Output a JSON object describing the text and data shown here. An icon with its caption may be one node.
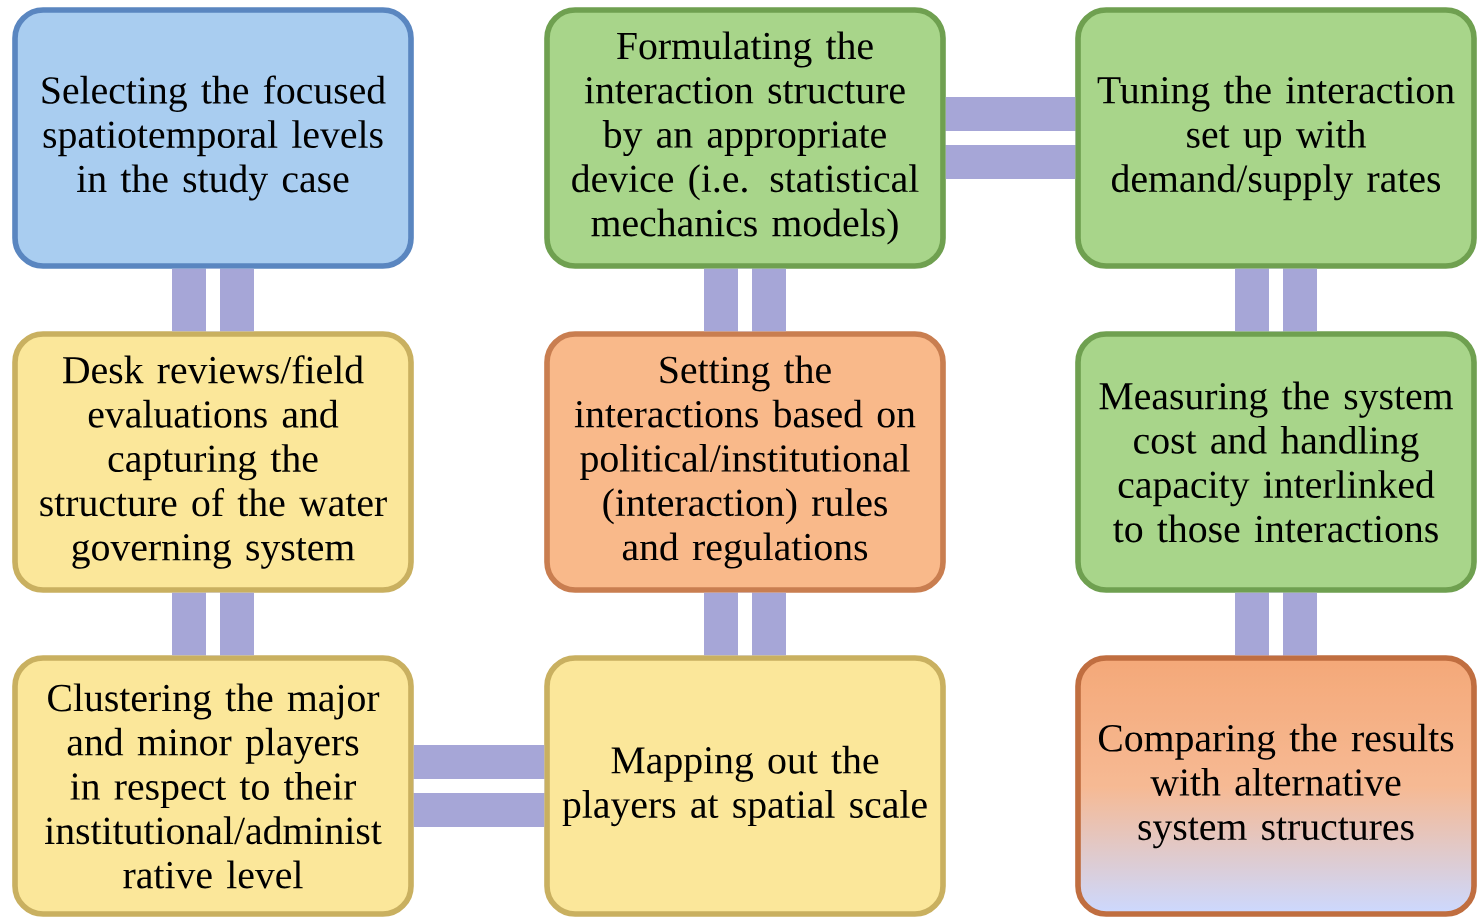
{
  "diagram": {
    "nodes": [
      {
        "text": [
          "Selecting the focused spatiotemporal levels in the study case"
        ]
      },
      {
        "text": [
          "Formulating the interaction structure by an appropriate device (i.e. statistical mechanics models)"
        ]
      },
      {
        "text": [
          "Tuning the interaction set up with demand/supply rates"
        ]
      },
      {
        "text": [
          "Desk reviews/field evaluations and capturing the structure of the water governing system"
        ]
      },
      {
        "text": [
          "Setting the interactions based on political/institutional (interaction) rules and regulations"
        ]
      },
      {
        "text": [
          "Measuring the system cost and handling capacity interlinked to those interactions"
        ]
      },
      {
        "text": [
          "Clustering the major and minor players in respect to their institutional/administ rative level"
        ]
      },
      {
        "text": [
          "Mapping out the players at spatial scale"
        ]
      },
      {
        "text": [
          "Comparing the results with alternative system structures"
        ]
      }
    ],
    "edges": [
      {
        "from": 0,
        "to": 3,
        "arrow": "none"
      },
      {
        "from": 3,
        "to": 6,
        "arrow": "none"
      },
      {
        "from": 6,
        "to": 7,
        "arrow": "none"
      },
      {
        "from": 7,
        "to": 4,
        "arrow": "none"
      },
      {
        "from": 4,
        "to": 1,
        "arrow": "none"
      },
      {
        "from": 1,
        "to": 2,
        "arrow": "none"
      },
      {
        "from": 2,
        "to": 5,
        "arrow": "none"
      },
      {
        "from": 5,
        "to": 8,
        "arrow": "none"
      }
    ]
  }
}
